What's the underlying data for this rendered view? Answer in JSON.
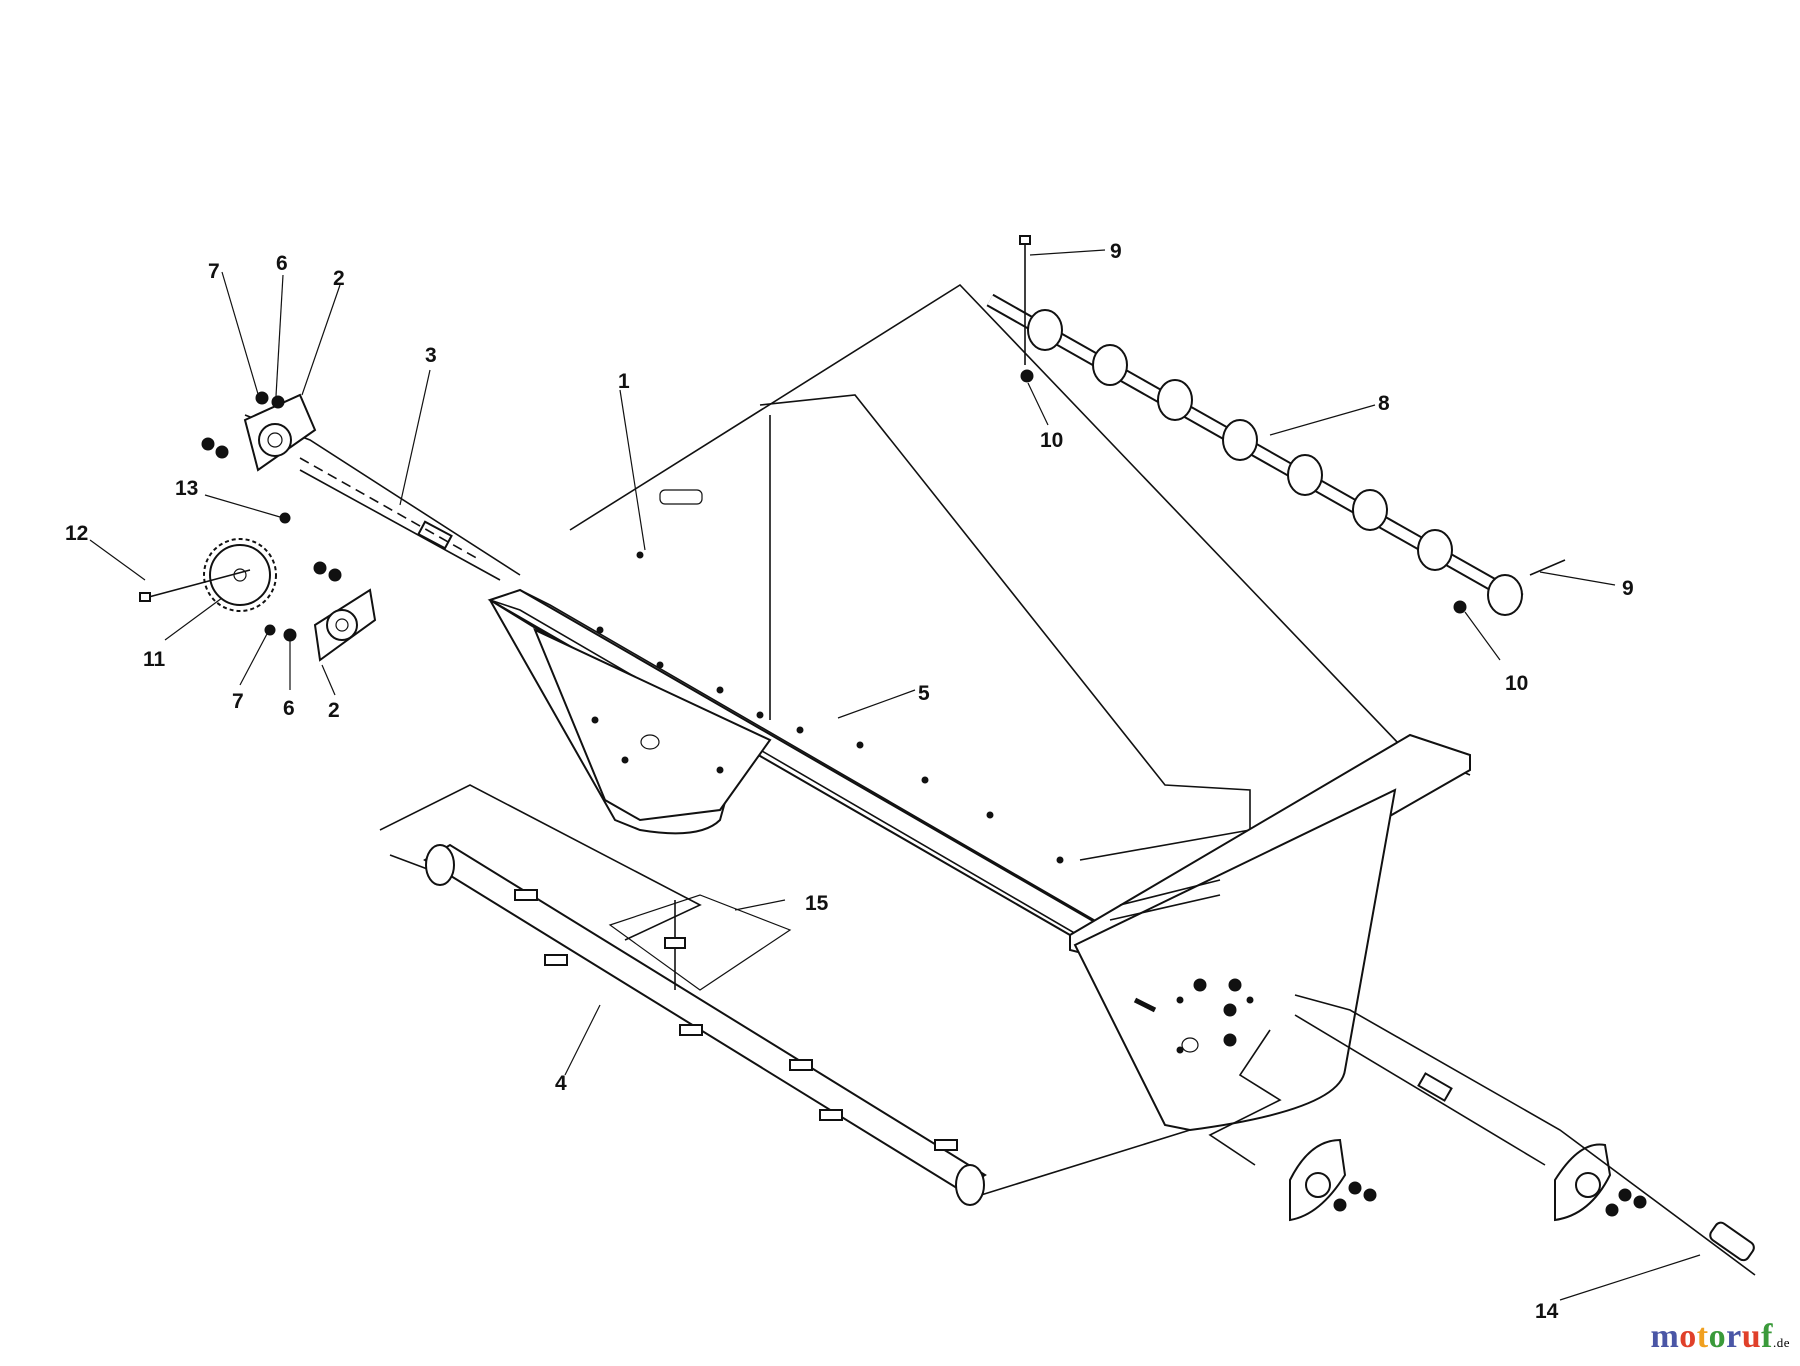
{
  "diagram": {
    "callouts": [
      {
        "id": "c1",
        "label": "1"
      },
      {
        "id": "c2a",
        "label": "2"
      },
      {
        "id": "c2b",
        "label": "2"
      },
      {
        "id": "c3",
        "label": "3"
      },
      {
        "id": "c4",
        "label": "4"
      },
      {
        "id": "c5",
        "label": "5"
      },
      {
        "id": "c6a",
        "label": "6"
      },
      {
        "id": "c6b",
        "label": "6"
      },
      {
        "id": "c7a",
        "label": "7"
      },
      {
        "id": "c7b",
        "label": "7"
      },
      {
        "id": "c8",
        "label": "8"
      },
      {
        "id": "c9a",
        "label": "9"
      },
      {
        "id": "c9b",
        "label": "9"
      },
      {
        "id": "c10a",
        "label": "10"
      },
      {
        "id": "c10b",
        "label": "10"
      },
      {
        "id": "c11",
        "label": "11"
      },
      {
        "id": "c12",
        "label": "12"
      },
      {
        "id": "c13",
        "label": "13"
      },
      {
        "id": "c14",
        "label": "14"
      },
      {
        "id": "c15",
        "label": "15"
      }
    ]
  },
  "watermark": {
    "letters": [
      {
        "ch": "m",
        "color": "#4a56a6"
      },
      {
        "ch": "o",
        "color": "#e0402a"
      },
      {
        "ch": "t",
        "color": "#f0a020"
      },
      {
        "ch": "o",
        "color": "#3a9a3a"
      },
      {
        "ch": "r",
        "color": "#4a56a6"
      },
      {
        "ch": "u",
        "color": "#e0402a"
      },
      {
        "ch": "f",
        "color": "#3a9a3a"
      }
    ],
    "tld": ".de"
  }
}
